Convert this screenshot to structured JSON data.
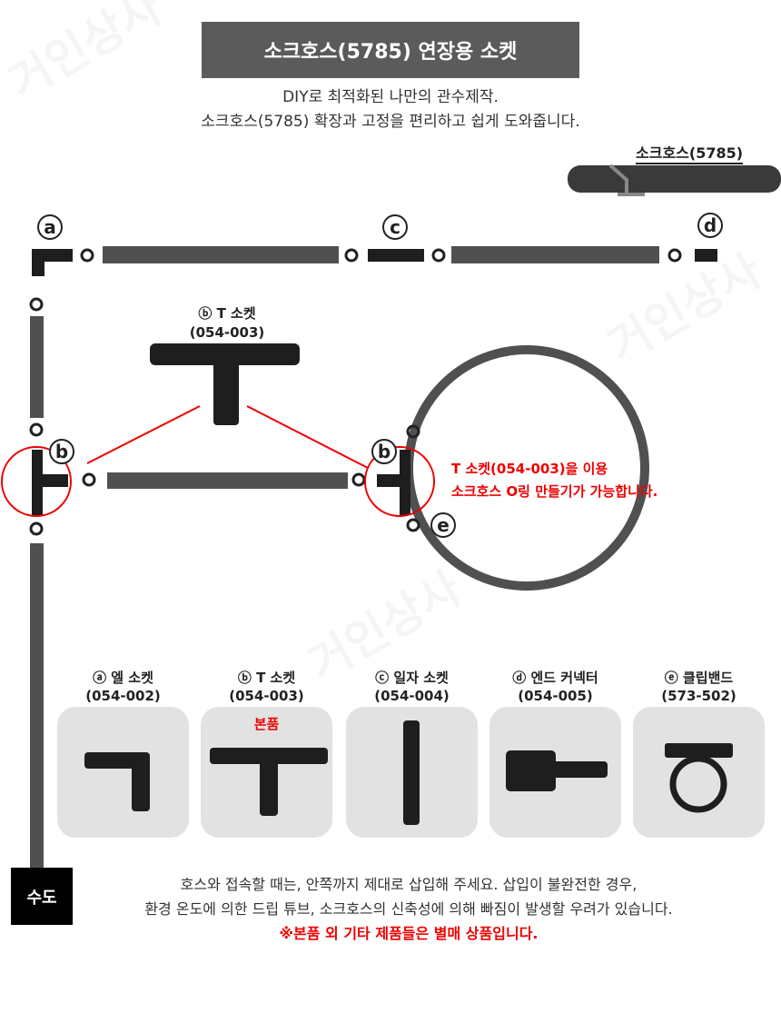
{
  "header": {
    "title": "소크호스(5785) 연장용 소켓",
    "subtitle_lines": [
      "DIY로 최적화된 나만의 관수제작.",
      "소크호스(5785) 확장과 고정을 편리하고 쉽게 도와줍니다."
    ]
  },
  "hose_label": "소크호스(5785)",
  "diagram": {
    "markers": {
      "a": "a",
      "b": "b",
      "c": "c",
      "d": "d",
      "e": "e"
    },
    "t_socket_label": "ⓑ T 소켓",
    "t_socket_code": "(054-003)",
    "note_lines": [
      "T 소켓(054-003)을 이용",
      "소크호스 O링 만들기가 가능합니다."
    ],
    "colors": {
      "accent": "#e00000",
      "hose": "#505050"
    }
  },
  "products": [
    {
      "name": "ⓐ 엘 소켓",
      "code": "(054-002)"
    },
    {
      "name": "ⓑ T 소켓",
      "code": "(054-003)",
      "badge": "본품"
    },
    {
      "name": "ⓒ 일자 소켓",
      "code": "(054-004)"
    },
    {
      "name": "ⓓ 엔드 커넥터",
      "code": "(054-005)"
    },
    {
      "name": "ⓔ 클립밴드",
      "code": "(573-502)"
    }
  ],
  "faucet_label": "수도",
  "footer": {
    "lines": [
      "호스와 접속할 때는, 안쪽까지 제대로 삽입해 주세요. 삽입이 불완전한 경우,",
      "환경 온도에 의한 드립 튜브, 소크호스의 신축성에 의해 빠짐이 발생할 우려가 있습니다."
    ],
    "notice": "※본품 외 기타 제품들은 별매 상품입니다."
  },
  "watermark": "거인상사"
}
